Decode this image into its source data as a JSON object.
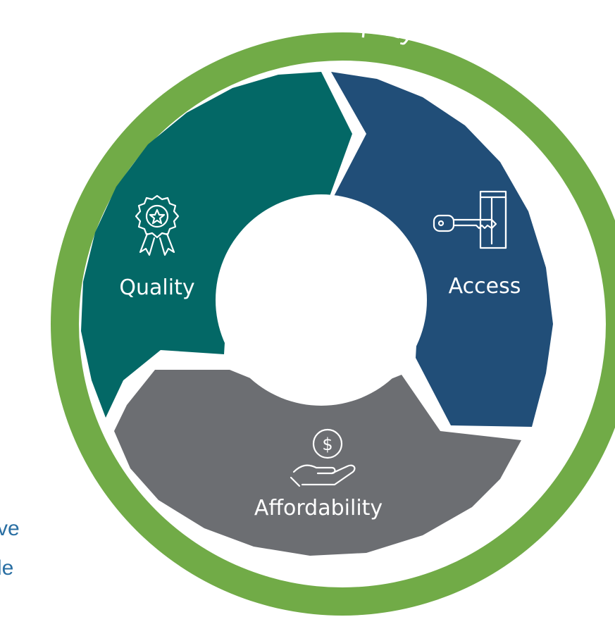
{
  "ring": {
    "title": "Health Equity",
    "color": "#71ab47"
  },
  "segments": {
    "quality": {
      "label": "Quality",
      "icon": "award-ribbon-icon",
      "color": "#036866"
    },
    "access": {
      "label": "Access",
      "icon": "key-door-icon",
      "color": "#214e78"
    },
    "affordability": {
      "label": "Affordability",
      "icon": "hand-dollar-icon",
      "color": "#6c6e72"
    }
  },
  "side_text": {
    "line1": "ve",
    "line2": "le",
    "color": "#2a6fa3"
  }
}
